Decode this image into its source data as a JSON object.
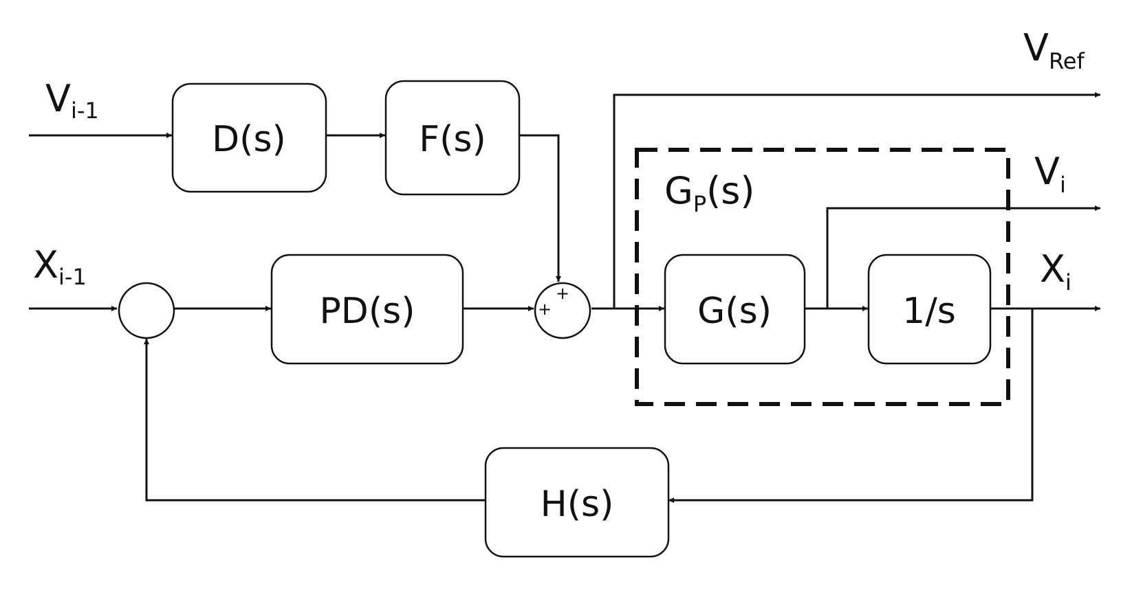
{
  "colors": {
    "stroke": "#111111",
    "background": "#ffffff"
  },
  "blocks": {
    "d": "D(s)",
    "f": "F(s)",
    "pd": "PD(s)",
    "g": "G(s)",
    "integrator": "1/s",
    "h": "H(s)"
  },
  "plant": {
    "main": "G",
    "sub": "P",
    "rest": "(s)"
  },
  "signals": {
    "v_prev": {
      "main": "V",
      "sub": "i-1"
    },
    "x_prev": {
      "main": "X",
      "sub": "i-1"
    },
    "v_ref": {
      "main": "V",
      "sub": "Ref"
    },
    "v_i": {
      "main": "V",
      "sub": "i"
    },
    "x_i": {
      "main": "X",
      "sub": "i"
    }
  },
  "summer_signs": {
    "top": "+",
    "left": "+"
  }
}
